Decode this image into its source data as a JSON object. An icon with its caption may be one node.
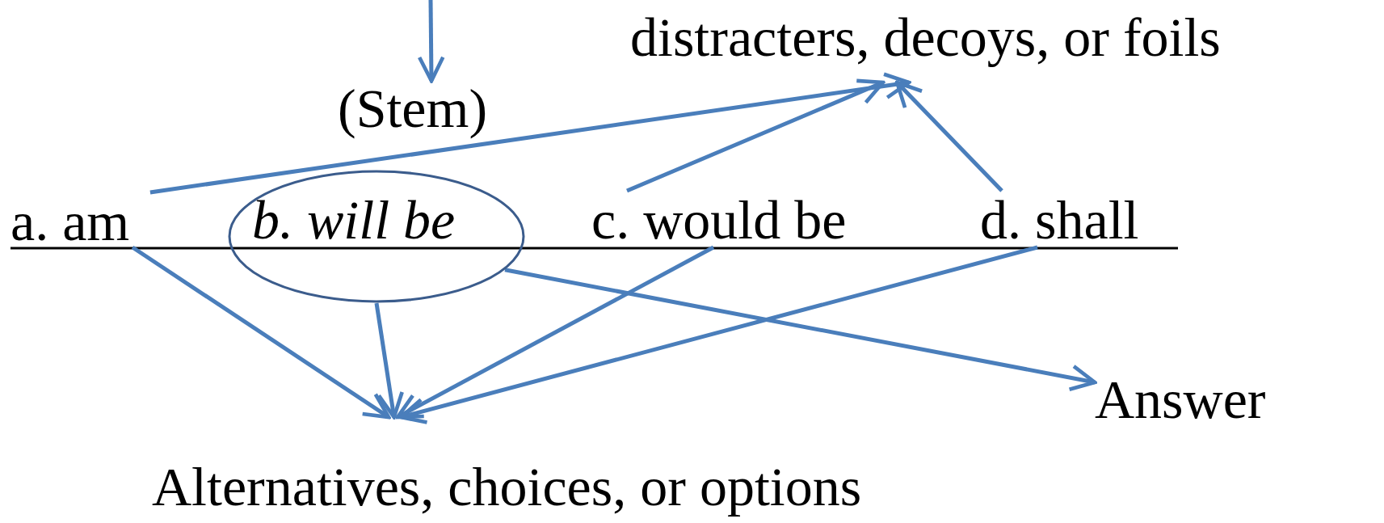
{
  "diagram": {
    "nodes": [
      {
        "text": [
          "distracters, decoys, or foils"
        ]
      },
      {
        "text": [
          "(Stem)"
        ]
      },
      {
        "text": [
          "a. am"
        ]
      },
      {
        "text": [
          "b. will be"
        ]
      },
      {
        "text": [
          "c. would be"
        ]
      },
      {
        "text": [
          "d. shall"
        ]
      },
      {
        "text": [
          "Answer"
        ]
      },
      {
        "text": [
          "Alternatives, choices, or options"
        ]
      }
    ],
    "edges": [
      {
        "from": null,
        "to": 1,
        "arrow": "to"
      },
      {
        "from": 2,
        "to": 0,
        "arrow": "to"
      },
      {
        "from": 4,
        "to": 0,
        "arrow": "to"
      },
      {
        "from": 5,
        "to": 0,
        "arrow": "to"
      },
      {
        "from": 2,
        "to": 7,
        "arrow": "to"
      },
      {
        "from": 3,
        "to": 7,
        "arrow": "to"
      },
      {
        "from": 4,
        "to": 7,
        "arrow": "to"
      },
      {
        "from": 5,
        "to": 7,
        "arrow": "to"
      },
      {
        "from": 3,
        "to": 6,
        "arrow": "to"
      }
    ]
  }
}
